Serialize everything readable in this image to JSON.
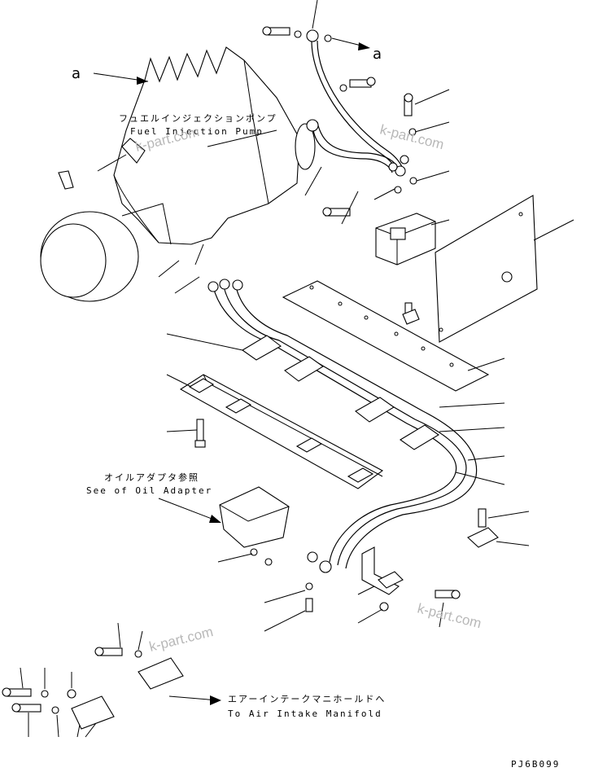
{
  "labels": {
    "fuel_pump_jp": "フュエルインジェクションポンプ",
    "fuel_pump_en": "Fuel Injection Pump",
    "oil_adapter_jp": "オイルアダプタ参照",
    "oil_adapter_en": "See of Oil Adapter",
    "air_intake_jp": "エアーインテークマニホールドへ",
    "air_intake_en": "To Air Intake Manifold",
    "ref_a_left": "a",
    "ref_a_top": "a",
    "drawing_code": "PJ6B099"
  },
  "watermarks": [
    "k-part.com",
    "k-part.com",
    "k-part.com",
    "k-part.com"
  ],
  "colors": {
    "line": "#000000",
    "watermark": "#b8b8b8",
    "background": "#ffffff"
  }
}
